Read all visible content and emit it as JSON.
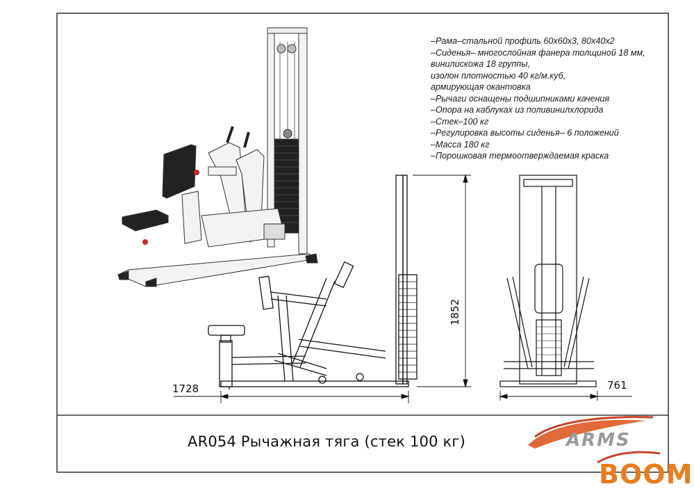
{
  "specs": [
    "–Рама–стальной профиль 60х60х3, 80х40х2",
    "–Сиденья– многослойная фанера толщиной 18 мм,",
    "винилискожа 18 группы,",
    "изолон плотностью 40 кг/м.куб,",
    "армирующая окантовка",
    "–Рычаги оснащены подшипниками качения",
    "–Опора на каблуках из поливинилхлорида",
    "–Стек–100 кг",
    "–Регулировка высоты сиденья– 6 положений",
    "–Масса 180 кг",
    "–Порошковая термоотверждаемая краска"
  ],
  "dimensions": {
    "length": "1728",
    "height": "1852",
    "width": "761"
  },
  "title": "AR054 Рычажная тяга (стек 100 кг)",
  "brand": {
    "logo_text": "ARMS",
    "watermark_text": "BOOM"
  },
  "colors": {
    "line": "#111111",
    "frame_fill": "#f4f4f6",
    "stack": "#222222",
    "accent": "#c62828",
    "logo_grey": "#9a9a9a",
    "boom_orange": "#e87d1e"
  }
}
